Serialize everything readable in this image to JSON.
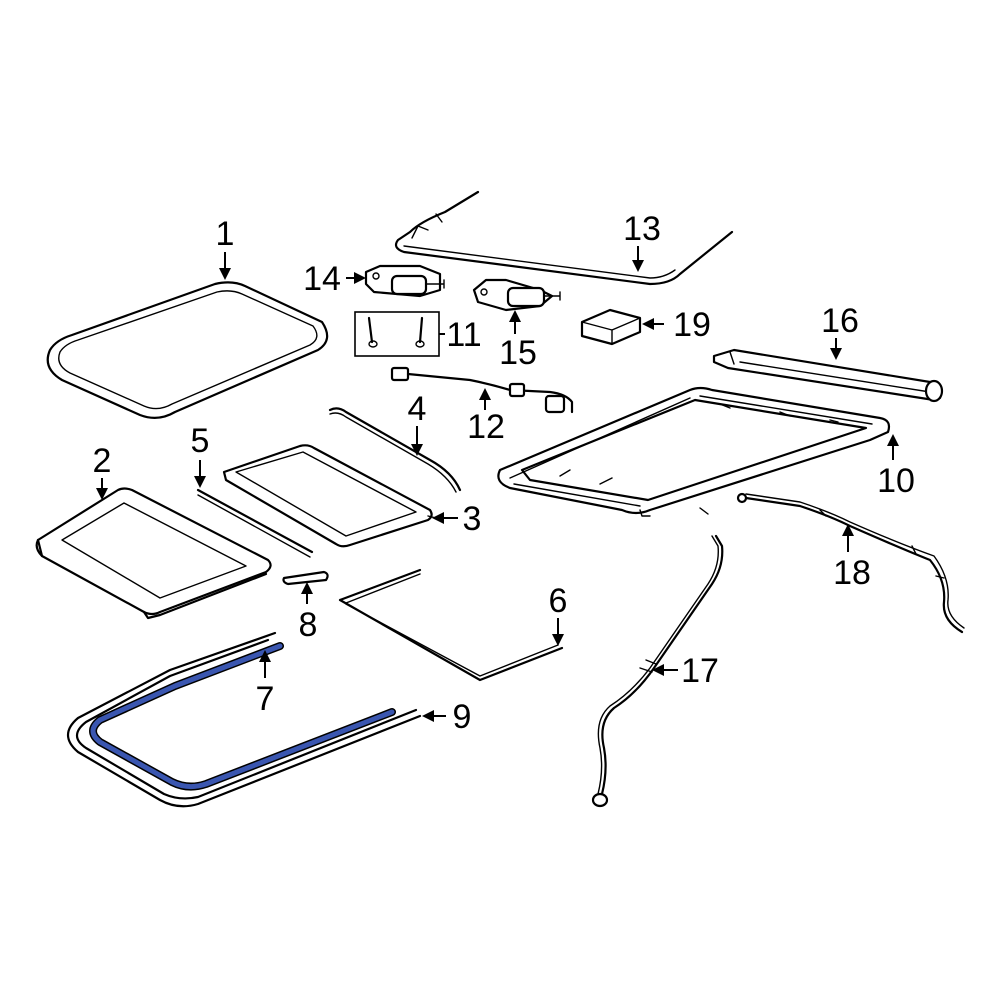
{
  "diagram": {
    "highlight_color": "#3a56b0",
    "callouts": [
      {
        "id": "1",
        "label": "1"
      },
      {
        "id": "2",
        "label": "2"
      },
      {
        "id": "3",
        "label": "3"
      },
      {
        "id": "4",
        "label": "4"
      },
      {
        "id": "5",
        "label": "5"
      },
      {
        "id": "6",
        "label": "6"
      },
      {
        "id": "7",
        "label": "7"
      },
      {
        "id": "8",
        "label": "8"
      },
      {
        "id": "9",
        "label": "9"
      },
      {
        "id": "10",
        "label": "10"
      },
      {
        "id": "11",
        "label": "11"
      },
      {
        "id": "12",
        "label": "12"
      },
      {
        "id": "13",
        "label": "13"
      },
      {
        "id": "14",
        "label": "14"
      },
      {
        "id": "15",
        "label": "15"
      },
      {
        "id": "16",
        "label": "16"
      },
      {
        "id": "17",
        "label": "17"
      },
      {
        "id": "18",
        "label": "18"
      },
      {
        "id": "19",
        "label": "19"
      }
    ]
  }
}
